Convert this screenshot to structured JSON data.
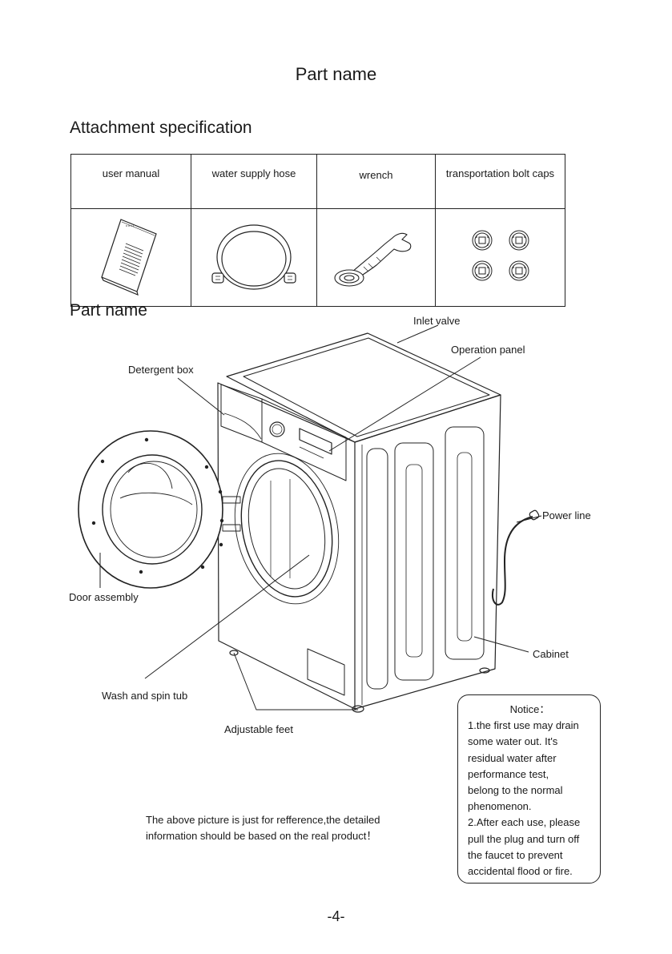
{
  "page_title": "Part name",
  "attachment_section": {
    "heading": "Attachment specification",
    "items": [
      {
        "label": "user manual",
        "icon": "manual-booklet-icon"
      },
      {
        "label": "water supply hose",
        "icon": "hose-icon"
      },
      {
        "label": "wrench",
        "icon": "wrench-icon"
      },
      {
        "label": "transportation bolt caps",
        "icon": "bolt-caps-icon"
      }
    ]
  },
  "part_section": {
    "heading": "Part name",
    "labels": {
      "inlet_valve": "Inlet valve",
      "operation_panel": "Operation panel",
      "detergent_box": "Detergent box",
      "power_line": "Power line",
      "door_assembly": "Door assembly",
      "cabinet": "Cabinet",
      "wash_spin_tub": "Wash and spin tub",
      "adjustable_feet": "Adjustable feet"
    }
  },
  "notice": {
    "title": "Notice：",
    "lines": [
      "1.the first use may drain",
      "some water out. It's",
      "residual water after",
      "performance test,",
      "belong to the normal",
      "phenomenon.",
      "2.After each use, please",
      "pull the plug and turn off",
      "the faucet to prevent",
      "accidental flood or fire."
    ]
  },
  "disclaimer": {
    "line1": "The above picture is just for refference,the detailed",
    "line2": "information should be based on the real product！"
  },
  "page_number": "-4-"
}
